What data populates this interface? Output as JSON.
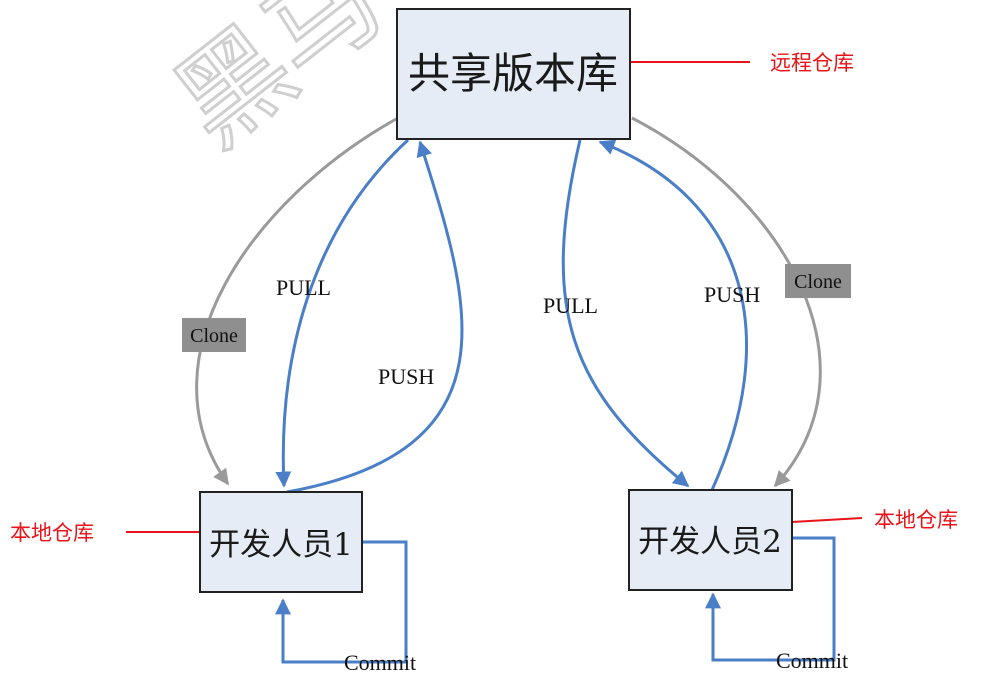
{
  "colors": {
    "push_pull": "#4a7fc8",
    "clone": "#9a9a9a",
    "annotation": "#e8141a",
    "box_fill": "#e6ecf6",
    "clone_badge": "#8f8f8f"
  },
  "watermark": {
    "text": "黑马"
  },
  "nodes": {
    "shared_repo": "共享版本库",
    "developer_1": "开发人员1",
    "developer_2": "开发人员2"
  },
  "annotations": {
    "remote_repo": "远程仓库",
    "local_repo_left": "本地仓库",
    "local_repo_right": "本地仓库"
  },
  "edges": {
    "pull_1": "PULL",
    "push_1": "PUSH",
    "pull_2": "PULL",
    "push_2": "PUSH",
    "clone_1": "Clone",
    "clone_2": "Clone",
    "commit_1": "Commit",
    "commit_2": "Commit"
  }
}
